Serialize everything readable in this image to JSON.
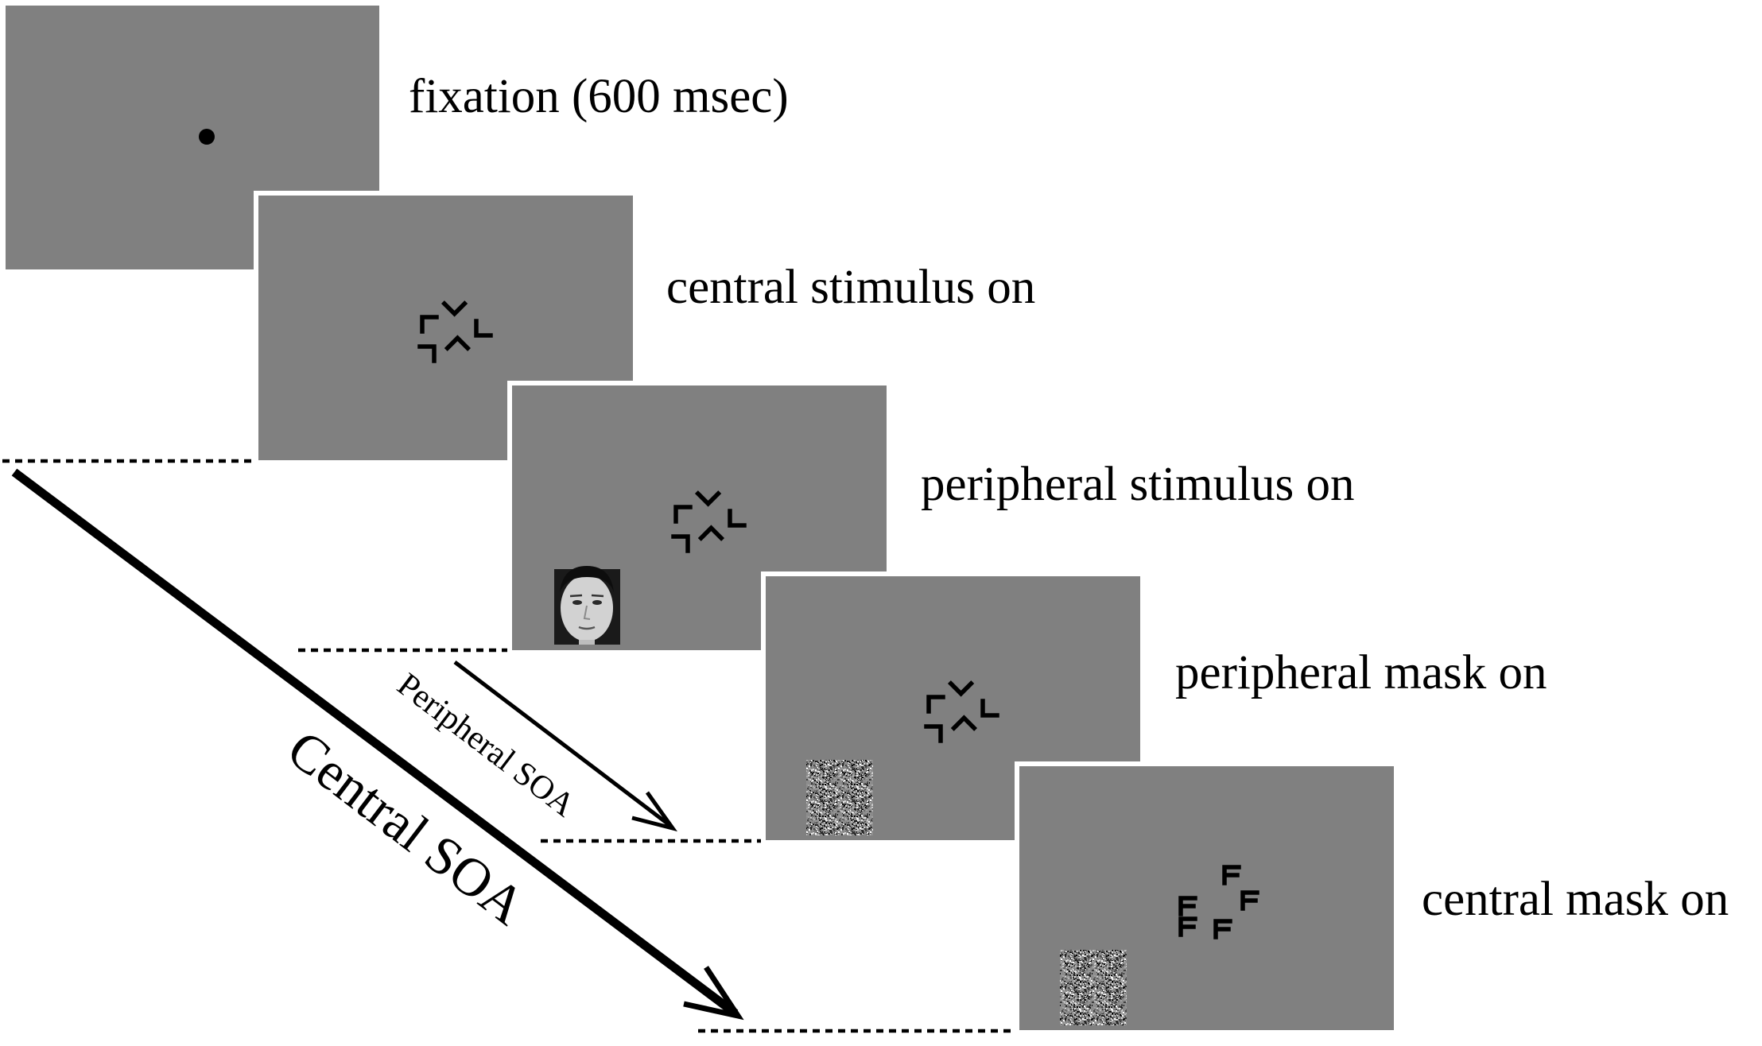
{
  "steps": [
    {
      "label": "fixation (600 msec)",
      "content": "fixation-dot",
      "colors": {
        "screen": "#808080",
        "dot": "#000000"
      }
    },
    {
      "label": "central stimulus on",
      "content": "central-stimulus"
    },
    {
      "label": "peripheral stimulus on",
      "content": "central-stimulus + face photo"
    },
    {
      "label": "peripheral mask on",
      "content": "central-stimulus + noise mask"
    },
    {
      "label": "central mask on",
      "content": "central mask + noise mask"
    }
  ],
  "arrows": {
    "central": {
      "label": "Central SOA"
    },
    "peripheral": {
      "label": "Peripheral SOA"
    }
  },
  "colors": {
    "background": "#ffffff",
    "screen": "#808080",
    "ink": "#000000"
  }
}
